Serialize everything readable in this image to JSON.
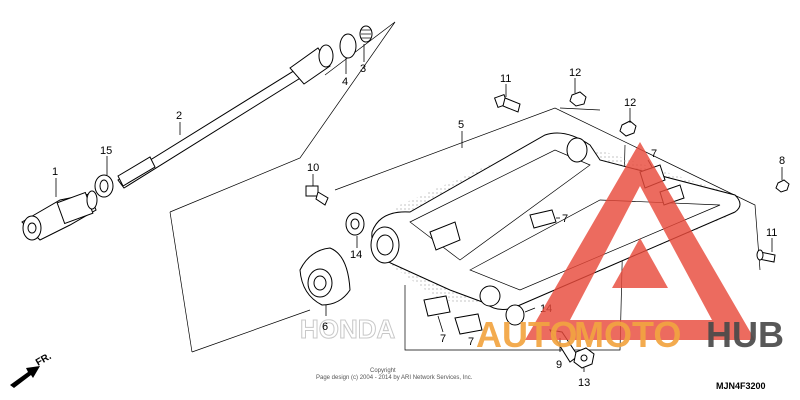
{
  "callouts": [
    {
      "id": "c1",
      "label": "1"
    },
    {
      "id": "c2",
      "label": "2"
    },
    {
      "id": "c3",
      "label": "3"
    },
    {
      "id": "c4",
      "label": "4"
    },
    {
      "id": "c5",
      "label": "5"
    },
    {
      "id": "c6",
      "label": "6"
    },
    {
      "id": "c7a",
      "label": "7"
    },
    {
      "id": "c7b",
      "label": "7"
    },
    {
      "id": "c7c",
      "label": "7"
    },
    {
      "id": "c7d",
      "label": "7"
    },
    {
      "id": "c8",
      "label": "8"
    },
    {
      "id": "c9",
      "label": "9"
    },
    {
      "id": "c10",
      "label": "10"
    },
    {
      "id": "c11a",
      "label": "11"
    },
    {
      "id": "c11b",
      "label": "11"
    },
    {
      "id": "c12a",
      "label": "12"
    },
    {
      "id": "c12b",
      "label": "12"
    },
    {
      "id": "c13",
      "label": "13"
    },
    {
      "id": "c14a",
      "label": "14"
    },
    {
      "id": "c14b",
      "label": "14"
    },
    {
      "id": "c15",
      "label": "15"
    }
  ],
  "direction_label": "FR.",
  "diagram_code": "MJN4F3200",
  "copyright_line1": "Copyright",
  "copyright_line2": "Page design (c) 2004 - 2014 by ARI Network Services, Inc.",
  "watermark": {
    "auto": "AUTO",
    "moto": "MOTO",
    "hub": "HUB",
    "accent": "#e94b3c",
    "orange": "#f2a441",
    "dark": "#4a4a4a"
  },
  "brand_watermark": "HONDA"
}
